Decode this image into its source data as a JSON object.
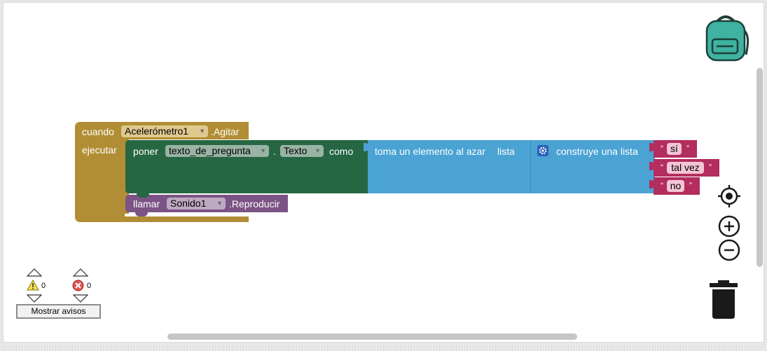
{
  "event_block": {
    "when_label": "cuando",
    "component": "Acelerómetro1",
    "event": ".Agitar",
    "do_label": "ejecutar"
  },
  "set_block": {
    "set_label": "poner",
    "component": "texto_de_pregunta",
    "dot": ".",
    "property": "Texto",
    "to_label": "como"
  },
  "random_block": {
    "label": "toma un elemento al azar",
    "list_label": "lista"
  },
  "make_list_block": {
    "label": "construye una lista",
    "items": [
      "sí",
      "tal vez",
      "no"
    ],
    "quote_open": "“",
    "quote_close": "”"
  },
  "call_block": {
    "call_label": "llamar",
    "component": "Sonido1",
    "method": ".Reproducir"
  },
  "warnings": {
    "warning_count": "0",
    "error_count": "0",
    "show_button": "Mostrar avisos"
  },
  "colors": {
    "event": "#b18e35",
    "set": "#266643",
    "list": "#4aa3d3",
    "text": "#b32d5e",
    "procedure": "#7c5385",
    "backpack": "#3fb2a1",
    "trash": "#1a1a1a"
  },
  "icons": [
    "backpack-icon",
    "gear-icon",
    "center-icon",
    "zoom-in-icon",
    "zoom-out-icon",
    "trash-icon",
    "warning-icon",
    "error-icon"
  ]
}
